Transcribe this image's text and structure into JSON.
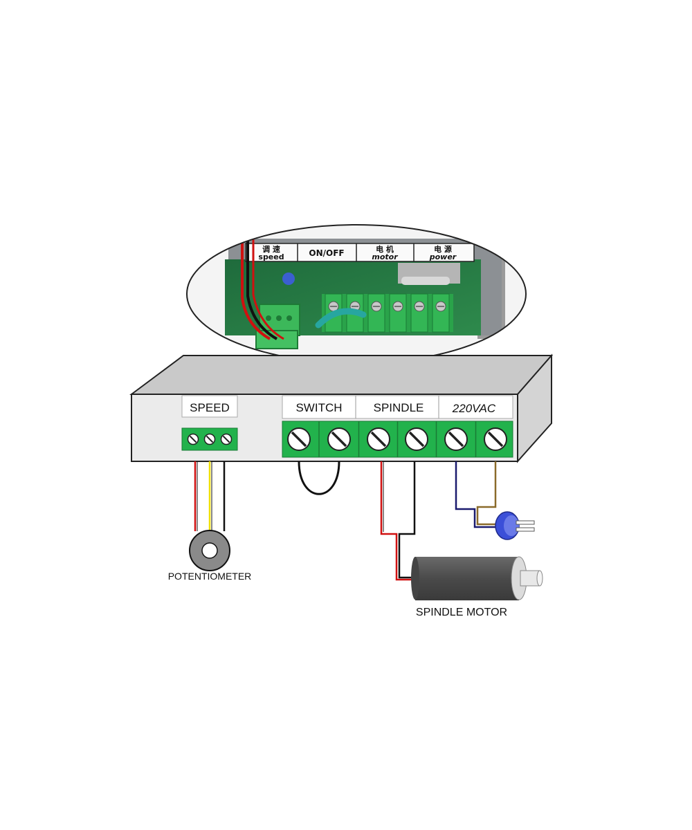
{
  "photo": {
    "labels": [
      {
        "cn": "调 速",
        "en": "speed"
      },
      {
        "cn": "",
        "en": "ON/OFF"
      },
      {
        "cn": "电 机",
        "en": "motor"
      },
      {
        "cn": "电 源",
        "en": "power"
      }
    ]
  },
  "controller": {
    "speed_label": "SPEED",
    "switch_label": "SWITCH",
    "spindle_label": "SPINDLE",
    "power_label": "220VAC"
  },
  "components": {
    "potentiometer_label": "POTENTIOMETER",
    "spindle_motor_label": "SPINDLE MOTOR"
  },
  "colors": {
    "terminal_green": "#22b24c",
    "box_face": "#ebebeb",
    "box_top": "#c9c9c9",
    "box_side": "#d4d4d4",
    "wire_red": "#d01010",
    "wire_yellow": "#f0e000",
    "wire_black": "#111111",
    "wire_blue": "#1a1a6e",
    "wire_brown": "#8a6a2a",
    "motor_body": "#555555",
    "switch_blue": "#3b4fd8"
  }
}
